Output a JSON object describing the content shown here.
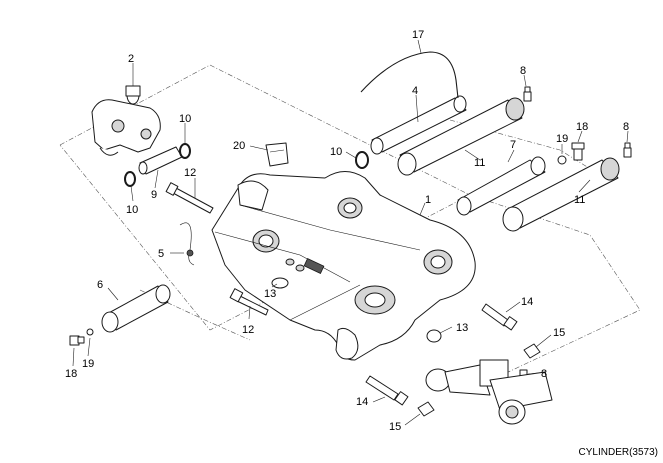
{
  "callouts": {
    "c1": "1",
    "c2": "2",
    "c4": "4",
    "c5": "5",
    "c6": "6",
    "c7": "7",
    "c8a": "8",
    "c8b": "8",
    "c8c": "8",
    "c9": "9",
    "c10a": "10",
    "c10b": "10",
    "c10c": "10",
    "c11a": "11",
    "c11b": "11",
    "c12a": "12",
    "c12b": "12",
    "c13a": "13",
    "c13b": "13",
    "c14a": "14",
    "c14b": "14",
    "c15a": "15",
    "c15b": "15",
    "c17": "17",
    "c18a": "18",
    "c18b": "18",
    "c19a": "19",
    "c19b": "19",
    "c20": "20"
  },
  "caption": "CYLINDER(3573)"
}
